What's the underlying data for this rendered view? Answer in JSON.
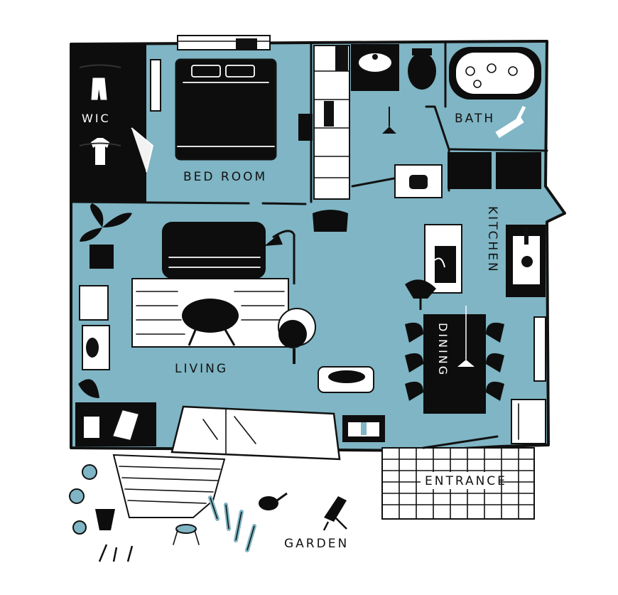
{
  "colors": {
    "floor": "#7fb5c4",
    "ink": "#111111",
    "paper": "#ffffff",
    "dark_room": "#0d0d0d"
  },
  "rooms": {
    "wic": "WIC",
    "bedroom": "BED ROOM",
    "bath": "BATH",
    "kitchen": "KITCHEN",
    "living": "LIVING",
    "dining": "DINING",
    "entrance": "ENTRANCE",
    "garden": "GARDEN"
  },
  "icons": [
    "bed-icon",
    "window-icon",
    "clothes-hanger-icon",
    "shirt-icon",
    "pants-icon",
    "sink-icon",
    "toilet-icon",
    "bathtub-icon",
    "shower-icon",
    "washing-machine-icon",
    "pendant-lamp-icon",
    "sofa-icon",
    "floor-lamp-icon",
    "coffee-table-icon",
    "armchair-icon",
    "plant-icon",
    "dog-bed-icon",
    "fridge-icon",
    "stove-icon",
    "dining-table-icon",
    "deck-chair-icon",
    "watering-can-icon",
    "stool-icon",
    "shoe-mat-icon"
  ]
}
